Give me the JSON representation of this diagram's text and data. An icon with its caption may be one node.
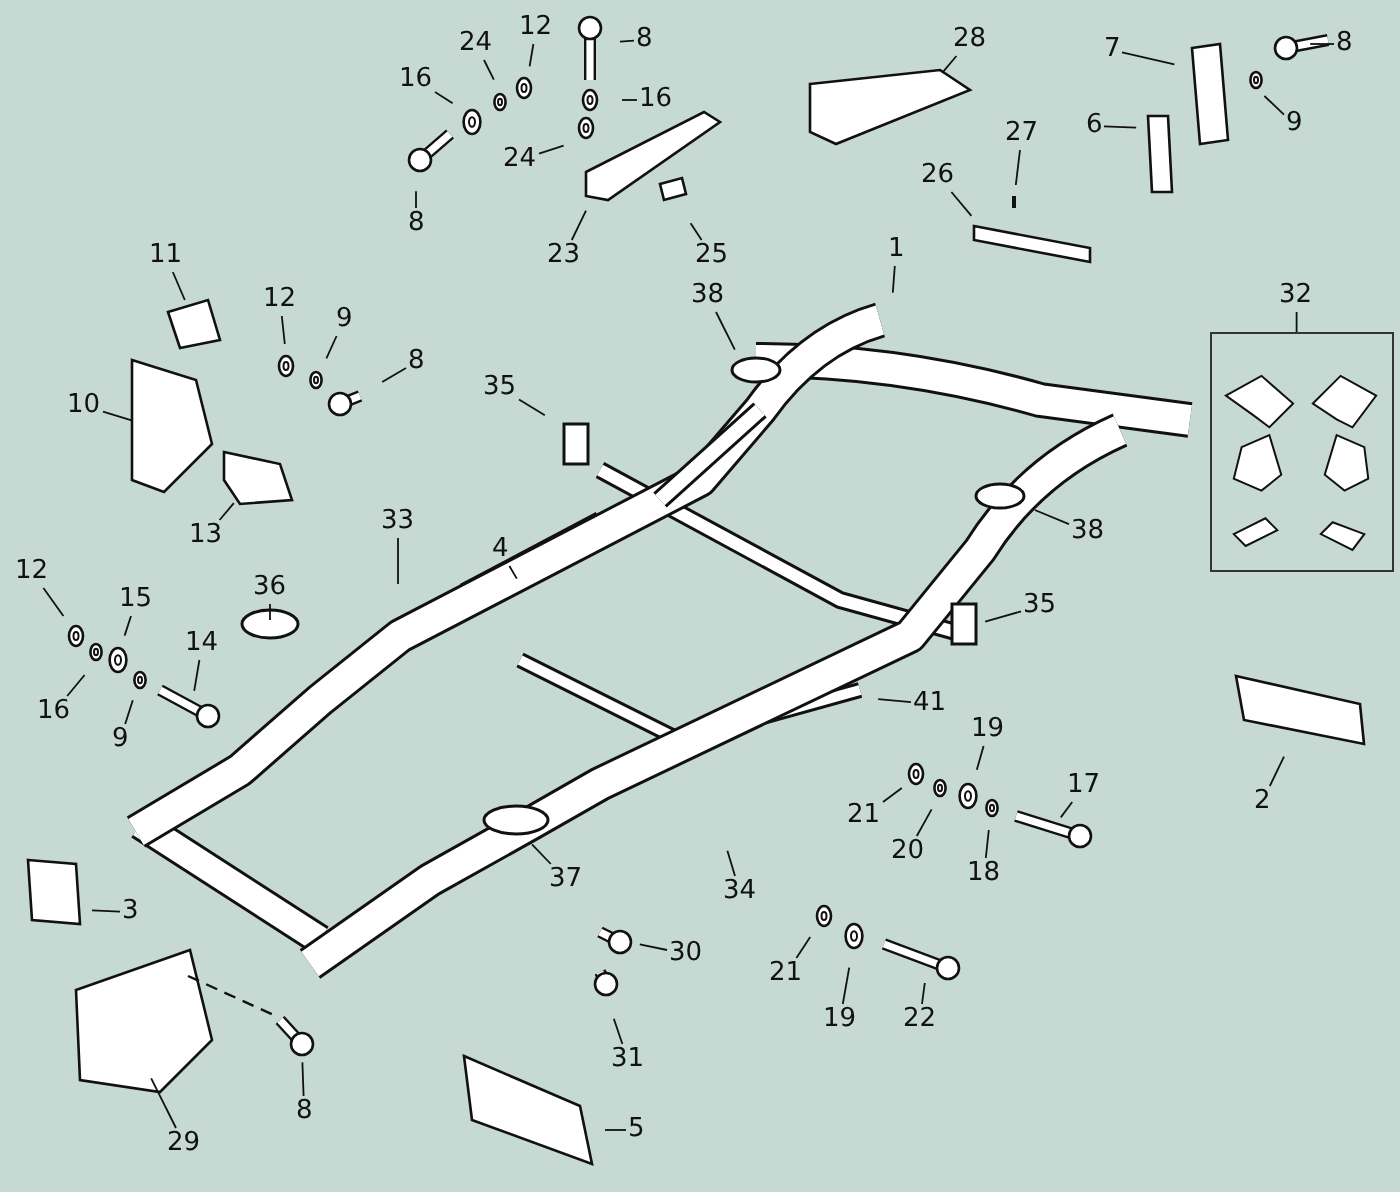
{
  "diagram": {
    "nodes": [
      {
        "text": [
          "8"
        ]
      },
      {
        "text": [
          "12"
        ]
      },
      {
        "text": [
          "24"
        ]
      },
      {
        "text": [
          "16"
        ]
      },
      {
        "text": [
          "8"
        ]
      },
      {
        "text": [
          "16"
        ]
      },
      {
        "text": [
          "24"
        ]
      },
      {
        "text": [
          "23"
        ]
      },
      {
        "text": [
          "25"
        ]
      },
      {
        "text": [
          "28"
        ]
      },
      {
        "text": [
          "7"
        ]
      },
      {
        "text": [
          "8"
        ]
      },
      {
        "text": [
          "9"
        ]
      },
      {
        "text": [
          "6"
        ]
      },
      {
        "text": [
          "27"
        ]
      },
      {
        "text": [
          "26"
        ]
      },
      {
        "text": [
          "1"
        ]
      },
      {
        "text": [
          "11"
        ]
      },
      {
        "text": [
          "12"
        ]
      },
      {
        "text": [
          "9"
        ]
      },
      {
        "text": [
          "8"
        ]
      },
      {
        "text": [
          "32"
        ]
      },
      {
        "text": [
          "38"
        ]
      },
      {
        "text": [
          "10"
        ]
      },
      {
        "text": [
          "35"
        ]
      },
      {
        "text": [
          "13"
        ]
      },
      {
        "text": [
          "38"
        ]
      },
      {
        "text": [
          "33"
        ]
      },
      {
        "text": [
          "4"
        ]
      },
      {
        "text": [
          "12"
        ]
      },
      {
        "text": [
          "36"
        ]
      },
      {
        "text": [
          "15"
        ]
      },
      {
        "text": [
          "35"
        ]
      },
      {
        "text": [
          "14"
        ]
      },
      {
        "text": [
          "41"
        ]
      },
      {
        "text": [
          "16"
        ]
      },
      {
        "text": [
          "19"
        ]
      },
      {
        "text": [
          "9"
        ]
      },
      {
        "text": [
          "17"
        ]
      },
      {
        "text": [
          "2"
        ]
      },
      {
        "text": [
          "21"
        ]
      },
      {
        "text": [
          "20"
        ]
      },
      {
        "text": [
          "18"
        ]
      },
      {
        "text": [
          "37"
        ]
      },
      {
        "text": [
          "34"
        ]
      },
      {
        "text": [
          "3"
        ]
      },
      {
        "text": [
          "30"
        ]
      },
      {
        "text": [
          "21"
        ]
      },
      {
        "text": [
          "19"
        ]
      },
      {
        "text": [
          "22"
        ]
      },
      {
        "text": [
          "31"
        ]
      },
      {
        "text": [
          "8"
        ]
      },
      {
        "text": [
          "29"
        ]
      },
      {
        "text": [
          "5"
        ]
      },
      {
        "text": [],
        "shape": "box"
      }
    ],
    "edges": [
      {
        "from": 0,
        "to": null,
        "arrow": "none"
      },
      {
        "from": 1,
        "to": null,
        "arrow": "none"
      },
      {
        "from": 2,
        "to": null,
        "arrow": "none"
      },
      {
        "from": 3,
        "to": null,
        "arrow": "none"
      },
      {
        "from": 4,
        "to": null,
        "arrow": "none"
      },
      {
        "from": 5,
        "to": null,
        "arrow": "none"
      },
      {
        "from": 6,
        "to": null,
        "arrow": "none"
      },
      {
        "from": 7,
        "to": null,
        "arrow": "none"
      },
      {
        "from": 8,
        "to": null,
        "arrow": "none"
      },
      {
        "from": 9,
        "to": null,
        "arrow": "none"
      },
      {
        "from": 10,
        "to": null,
        "arrow": "none"
      },
      {
        "from": 11,
        "to": null,
        "arrow": "none"
      },
      {
        "from": 12,
        "to": null,
        "arrow": "none"
      },
      {
        "from": 13,
        "to": null,
        "arrow": "none"
      },
      {
        "from": 14,
        "to": null,
        "arrow": "none"
      },
      {
        "from": 15,
        "to": null,
        "arrow": "none"
      },
      {
        "from": 16,
        "to": null,
        "arrow": "none"
      },
      {
        "from": 17,
        "to": null,
        "arrow": "none"
      },
      {
        "from": 18,
        "to": null,
        "arrow": "none"
      },
      {
        "from": 19,
        "to": null,
        "arrow": "none"
      },
      {
        "from": 20,
        "to": null,
        "arrow": "none"
      },
      {
        "from": 21,
        "to": 54,
        "arrow": "none"
      },
      {
        "from": 22,
        "to": null,
        "arrow": "none"
      },
      {
        "from": 23,
        "to": null,
        "arrow": "none"
      },
      {
        "from": 24,
        "to": null,
        "arrow": "none"
      },
      {
        "from": 25,
        "to": null,
        "arrow": "none"
      },
      {
        "from": 26,
        "to": null,
        "arrow": "none"
      },
      {
        "from": 27,
        "to": null,
        "arrow": "none"
      },
      {
        "from": 28,
        "to": null,
        "arrow": "none"
      },
      {
        "from": 29,
        "to": null,
        "arrow": "none"
      },
      {
        "from": 30,
        "to": null,
        "arrow": "none"
      },
      {
        "from": 31,
        "to": null,
        "arrow": "none"
      },
      {
        "from": 32,
        "to": null,
        "arrow": "none"
      },
      {
        "from": 33,
        "to": null,
        "arrow": "none"
      },
      {
        "from": 34,
        "to": null,
        "arrow": "none"
      },
      {
        "from": 35,
        "to": null,
        "arrow": "none"
      },
      {
        "from": 36,
        "to": null,
        "arrow": "none"
      },
      {
        "from": 37,
        "to": null,
        "arrow": "none"
      },
      {
        "from": 38,
        "to": null,
        "arrow": "none"
      },
      {
        "from": 39,
        "to": null,
        "arrow": "none"
      },
      {
        "from": 40,
        "to": null,
        "arrow": "none"
      },
      {
        "from": 41,
        "to": null,
        "arrow": "none"
      },
      {
        "from": 42,
        "to": null,
        "arrow": "none"
      },
      {
        "from": 43,
        "to": null,
        "arrow": "none"
      },
      {
        "from": 44,
        "to": null,
        "arrow": "none"
      },
      {
        "from": 45,
        "to": null,
        "arrow": "none"
      },
      {
        "from": 46,
        "to": null,
        "arrow": "none"
      },
      {
        "from": 47,
        "to": null,
        "arrow": "none"
      },
      {
        "from": 48,
        "to": null,
        "arrow": "none"
      },
      {
        "from": 49,
        "to": null,
        "arrow": "none"
      },
      {
        "from": 50,
        "to": null,
        "arrow": "none"
      },
      {
        "from": 51,
        "to": null,
        "arrow": "none"
      },
      {
        "from": 52,
        "to": null,
        "arrow": "none"
      },
      {
        "from": 53,
        "to": null,
        "arrow": "none"
      }
    ]
  }
}
